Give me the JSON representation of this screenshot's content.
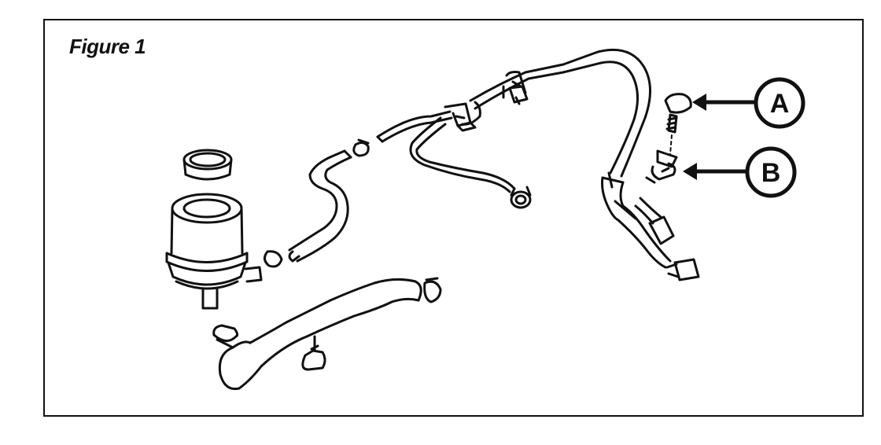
{
  "figure": {
    "title": "Figure 1",
    "callouts": [
      {
        "letter": "A"
      },
      {
        "letter": "B"
      }
    ]
  },
  "colors": {
    "line": "#111111",
    "background": "#ffffff"
  }
}
